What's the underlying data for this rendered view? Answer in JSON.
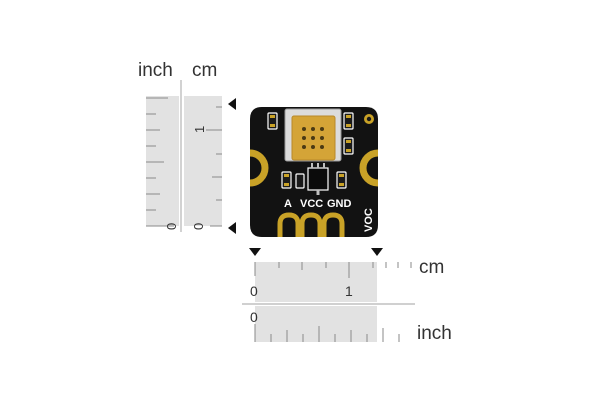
{
  "colors": {
    "board": "#121212",
    "gold": "#c9a227",
    "sensor": "#d4a437",
    "ruler_fill": "#e2e2e2",
    "ruler_tick": "#8a8a8a",
    "label": "#333333"
  },
  "vertical_ruler": {
    "unit_left": "inch",
    "unit_right": "cm",
    "inch_ticks": [
      "0"
    ],
    "cm_ticks": [
      "0",
      "1"
    ]
  },
  "horizontal_ruler": {
    "unit_top": "cm",
    "unit_bottom": "inch",
    "cm_ticks": [
      "0",
      "1"
    ],
    "inch_ticks": [
      "0"
    ]
  },
  "board": {
    "pin_labels": [
      "A",
      "VCC",
      "GND"
    ],
    "side_label": "VOC",
    "sensor_icon": "gas-sensor-chip"
  },
  "markers": [
    "arrow-left-top",
    "arrow-left-bottom",
    "arrow-down-left",
    "arrow-down-right"
  ]
}
